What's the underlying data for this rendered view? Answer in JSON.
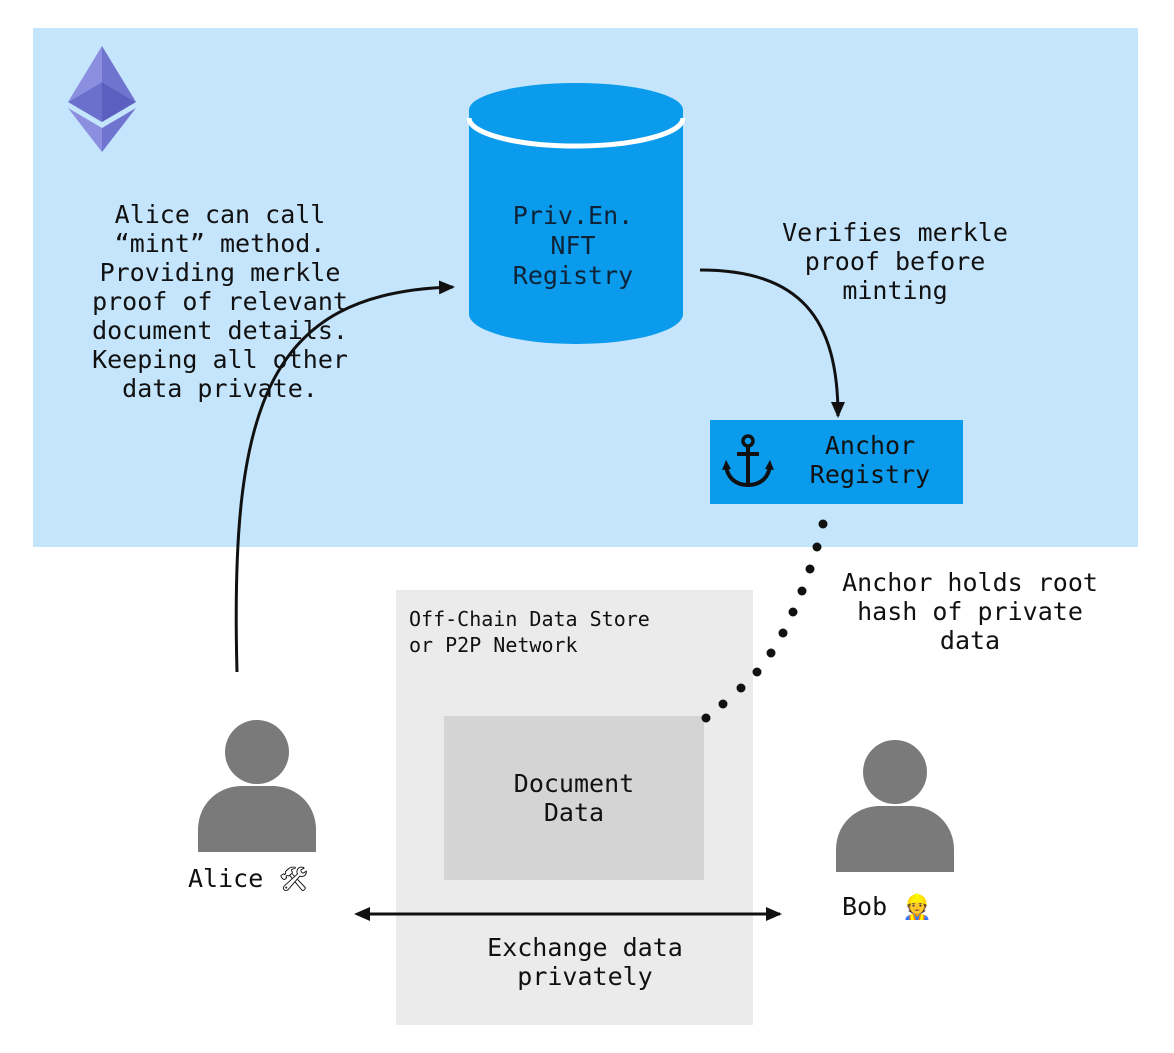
{
  "colors": {
    "ethereum_zone": "#c5e5fc",
    "registry_blue": "#0a9bec",
    "offchain_store": "#ebebeb",
    "document_box": "#d5d4d5",
    "person_gray": "#7a7a7a"
  },
  "icons": [
    "ethereum-logo-icon",
    "database-cylinder-icon",
    "anchor-icon",
    "person-icon"
  ],
  "nodes": {
    "nft_registry": "Priv.En.\nNFT\nRegistry",
    "anchor_registry": "Anchor\nRegistry",
    "offchain_store": "Off-Chain Data Store\nor P2P Network",
    "document_data": "Document\nData",
    "alice": "Alice",
    "alice_emoji": "🛠",
    "bob": "Bob",
    "bob_emoji": "👷"
  },
  "annotations": {
    "alice_mint": "Alice can call\n“mint” method.\nProviding merkle\nproof of relevant\ndocument details.\nKeeping all other\ndata private.",
    "verify": "Verifies merkle\nproof before\nminting",
    "anchor_holds": "Anchor holds root\nhash of private\ndata",
    "exchange": "Exchange data\nprivately"
  }
}
